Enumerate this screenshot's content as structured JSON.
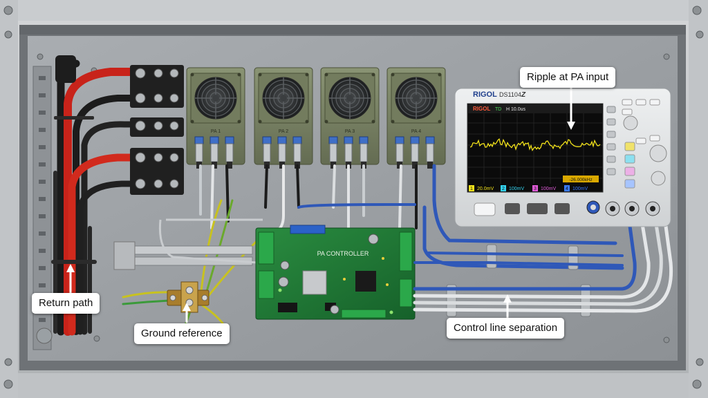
{
  "callouts": {
    "ripple": "Ripple at PA input",
    "return_path": "Return path",
    "ground_reference": "Ground reference",
    "control_line": "Control line separation"
  },
  "scope": {
    "brand": "RIGOL",
    "model": "DS1104",
    "model_suffix": "Z",
    "screen_brand": "RIGOL",
    "run_state": "TD",
    "timebase": "H 10.0us",
    "trigger_readout": "-26.000kHz",
    "channels": [
      {
        "number": "1",
        "scale": "20.0mV",
        "color": "#f2e21a"
      },
      {
        "number": "2",
        "scale": "100mV",
        "color": "#33d3f0"
      },
      {
        "number": "3",
        "scale": "100mV",
        "color": "#e05bd8"
      },
      {
        "number": "4",
        "scale": "100mV",
        "color": "#3a7bff"
      }
    ]
  },
  "board": {
    "label": "PA CONTROLLER"
  },
  "pa_modules": [
    {
      "label": "PA 1"
    },
    {
      "label": "PA 2"
    },
    {
      "label": "PA 3"
    },
    {
      "label": "PA 4"
    }
  ],
  "colors": {
    "panel": "#9ea2a6",
    "frame": "#c3c6c9",
    "pcb": "#1f7a36",
    "module": "#7c8568",
    "red_cable": "#cc2418",
    "blue_cable": "#2f58b8",
    "scope_body": "#e3e5e6",
    "trace": "#f2e21a"
  }
}
